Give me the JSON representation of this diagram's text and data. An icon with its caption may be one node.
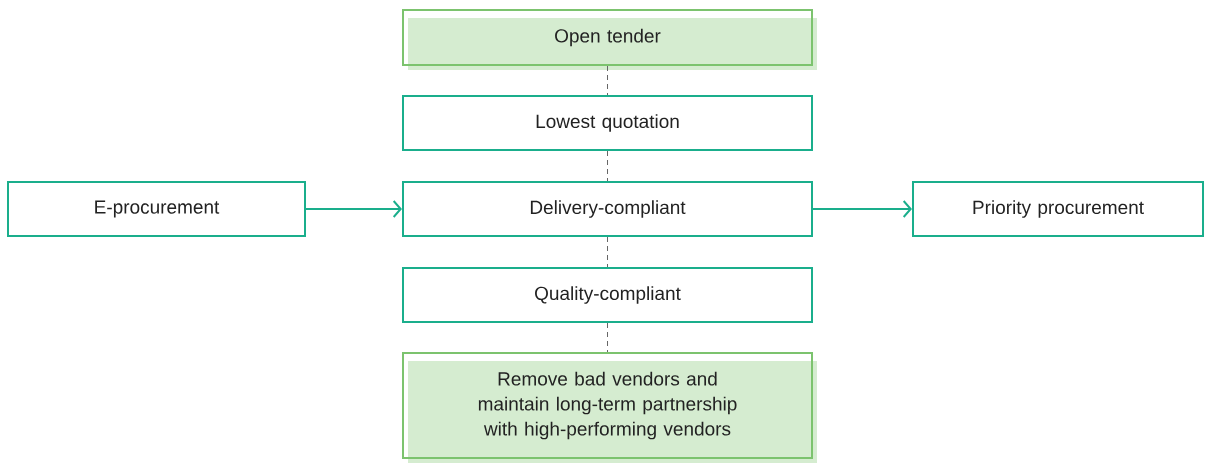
{
  "diagram": {
    "nodes": [
      {
        "text": [
          "Open tender"
        ]
      },
      {
        "text": [
          "Lowest quotation"
        ]
      },
      {
        "text": [
          "E-procurement"
        ]
      },
      {
        "text": [
          "Delivery-compliant"
        ]
      },
      {
        "text": [
          "Priority procurement"
        ]
      },
      {
        "text": [
          "Quality-compliant"
        ]
      },
      {
        "text": [
          "Remove bad vendors and maintain long-term partnership with high-performing vendors"
        ]
      }
    ],
    "edges": [
      {
        "from": 0,
        "to": 1,
        "arrow": "none",
        "style": "dashed"
      },
      {
        "from": 1,
        "to": 3,
        "arrow": "none",
        "style": "dashed"
      },
      {
        "from": 2,
        "to": 3,
        "arrow": "to",
        "color": "#1aae8c"
      },
      {
        "from": 3,
        "to": 4,
        "arrow": "to",
        "color": "#1aae8c"
      },
      {
        "from": 3,
        "to": 5,
        "arrow": "none",
        "style": "dashed"
      },
      {
        "from": 5,
        "to": 6,
        "arrow": "none",
        "style": "dashed"
      }
    ]
  }
}
